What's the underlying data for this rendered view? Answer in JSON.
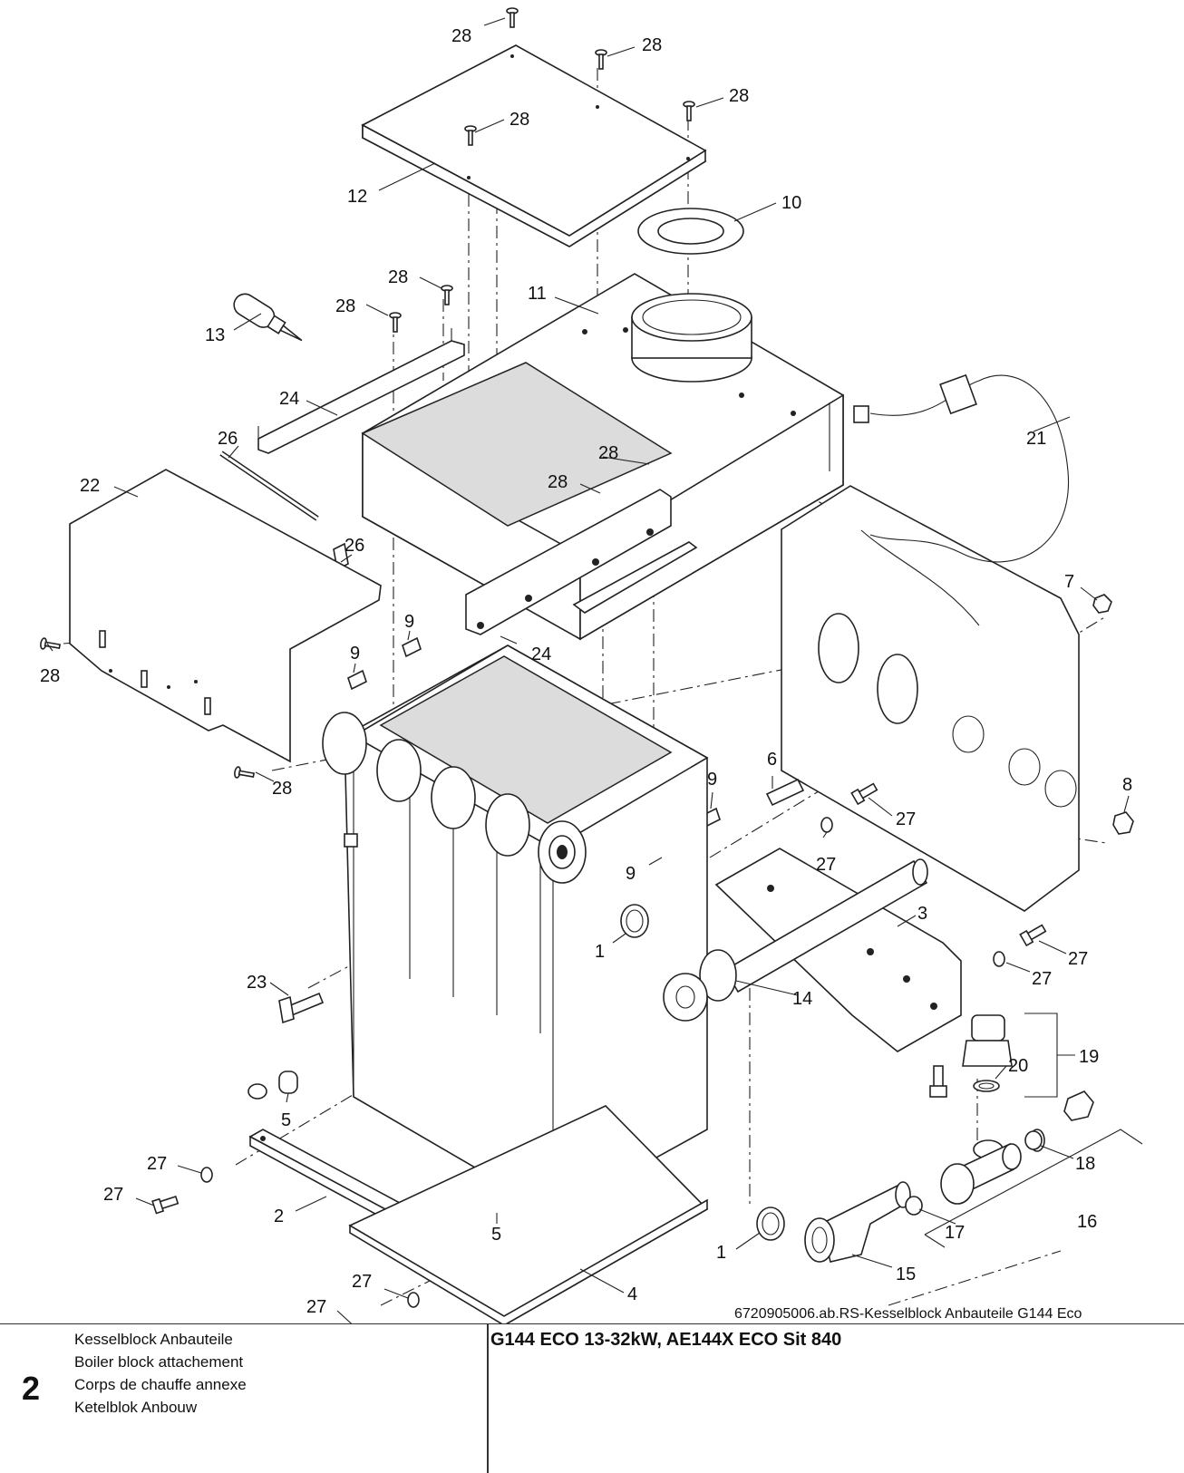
{
  "drawing_reference": "6720905006.ab.RS-Kesselblock Anbauteile G144 Eco",
  "callouts": [
    {
      "id": "c1",
      "label": "28"
    },
    {
      "id": "c2",
      "label": "28"
    },
    {
      "id": "c3",
      "label": "28"
    },
    {
      "id": "c4",
      "label": "28"
    },
    {
      "id": "c5",
      "label": "12"
    },
    {
      "id": "c6",
      "label": "10"
    },
    {
      "id": "c7",
      "label": "28"
    },
    {
      "id": "c8",
      "label": "28"
    },
    {
      "id": "c9",
      "label": "13"
    },
    {
      "id": "c10",
      "label": "11"
    },
    {
      "id": "c11",
      "label": "24"
    },
    {
      "id": "c12",
      "label": "26"
    },
    {
      "id": "c13",
      "label": "22"
    },
    {
      "id": "c14",
      "label": "28"
    },
    {
      "id": "c15",
      "label": "28"
    },
    {
      "id": "c16",
      "label": "26"
    },
    {
      "id": "c17",
      "label": "21"
    },
    {
      "id": "c18",
      "label": "7"
    },
    {
      "id": "c19",
      "label": "9"
    },
    {
      "id": "c20",
      "label": "9"
    },
    {
      "id": "c21",
      "label": "24"
    },
    {
      "id": "c22",
      "label": "28"
    },
    {
      "id": "c23",
      "label": "28"
    },
    {
      "id": "c24",
      "label": "6"
    },
    {
      "id": "c25",
      "label": "9"
    },
    {
      "id": "c26",
      "label": "8"
    },
    {
      "id": "c27",
      "label": "27"
    },
    {
      "id": "c28",
      "label": "27"
    },
    {
      "id": "c29",
      "label": "9"
    },
    {
      "id": "c30",
      "label": "3"
    },
    {
      "id": "c31",
      "label": "1"
    },
    {
      "id": "c32",
      "label": "27"
    },
    {
      "id": "c33",
      "label": "27"
    },
    {
      "id": "c34",
      "label": "23"
    },
    {
      "id": "c35",
      "label": "14"
    },
    {
      "id": "c36",
      "label": "19"
    },
    {
      "id": "c37",
      "label": "20"
    },
    {
      "id": "c38",
      "label": "5"
    },
    {
      "id": "c39",
      "label": "27"
    },
    {
      "id": "c40",
      "label": "27"
    },
    {
      "id": "c41",
      "label": "18"
    },
    {
      "id": "c42",
      "label": "2"
    },
    {
      "id": "c43",
      "label": "5"
    },
    {
      "id": "c44",
      "label": "16"
    },
    {
      "id": "c45",
      "label": "17"
    },
    {
      "id": "c46",
      "label": "1"
    },
    {
      "id": "c47",
      "label": "15"
    },
    {
      "id": "c48",
      "label": "27"
    },
    {
      "id": "c49",
      "label": "27"
    },
    {
      "id": "c50",
      "label": "4"
    }
  ],
  "footer": {
    "section_number": "2",
    "titles": [
      "Kesselblock Anbauteile",
      "Boiler block attachement",
      "Corps de chauffe annexe",
      "Ketelblok Anbouw"
    ],
    "model": "G144 ECO 13-32kW, AE144X ECO Sit 840"
  }
}
